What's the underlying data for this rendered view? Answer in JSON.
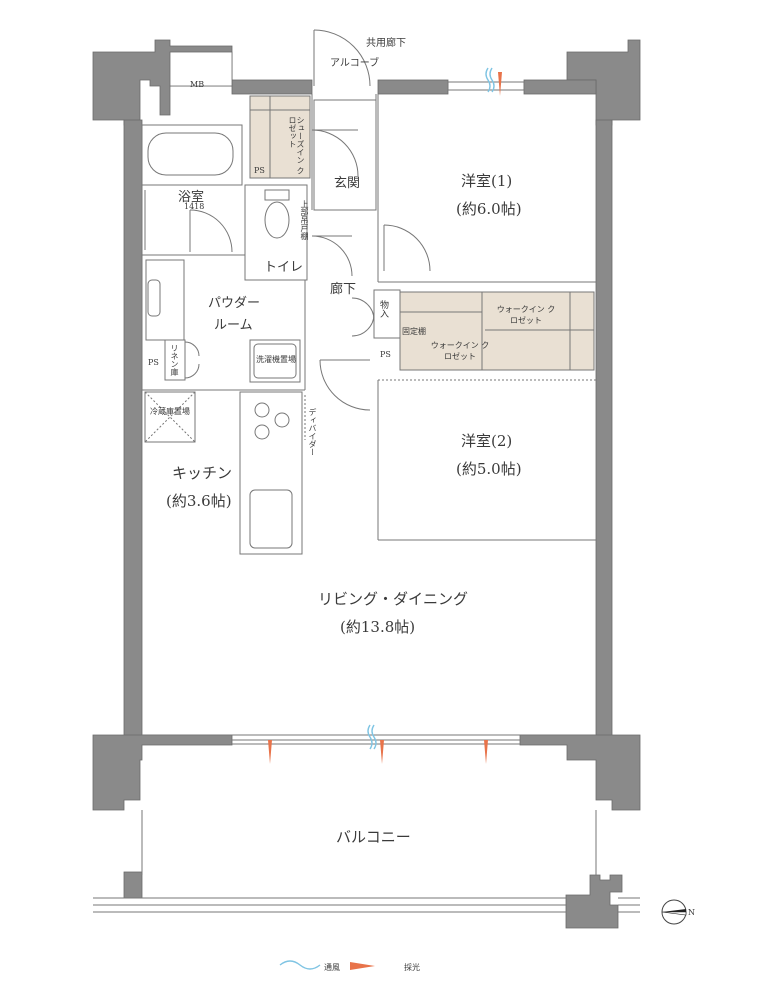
{
  "labels": {
    "corridor_shared": "共用廊下",
    "alcove": "アルコーブ",
    "mb": "MB",
    "shoe_closet": "シューズイン クロゼット",
    "ps": "PS",
    "entrance": "玄関",
    "bathroom": "浴室",
    "bath_size": "1418",
    "upper_cabinet": "上部吊戸棚",
    "toilet": "トイレ",
    "western1": "洋室(1)",
    "western1_size": "(約6.0帖)",
    "hallway": "廊下",
    "storage": "物入",
    "fixed_shelf": "固定棚",
    "walkin1": "ウォークイン クロゼット",
    "walkin2": "ウォークイン クロゼット",
    "powder_room_1": "パウダー",
    "powder_room_2": "ルーム",
    "linen": "リネン庫",
    "laundry": "洗濯機置場",
    "fridge": "冷蔵庫置場",
    "divider": "ディバイダー",
    "kitchen": "キッチン",
    "kitchen_size": "(約3.6帖)",
    "western2": "洋室(2)",
    "western2_size": "(約5.0帖)",
    "living": "リビング・ダイニング",
    "living_size": "(約13.8帖)",
    "balcony": "バルコニー",
    "north": "N"
  },
  "legend": {
    "ventilation": "通風",
    "daylight": "採光"
  },
  "colors": {
    "wall": "#8a8a8a",
    "wall_dark": "#6f6f6f",
    "closet_fill": "#e9e0d3",
    "ventilation": "#7fc4e3",
    "daylight": "#e8734a",
    "line": "#777777"
  }
}
